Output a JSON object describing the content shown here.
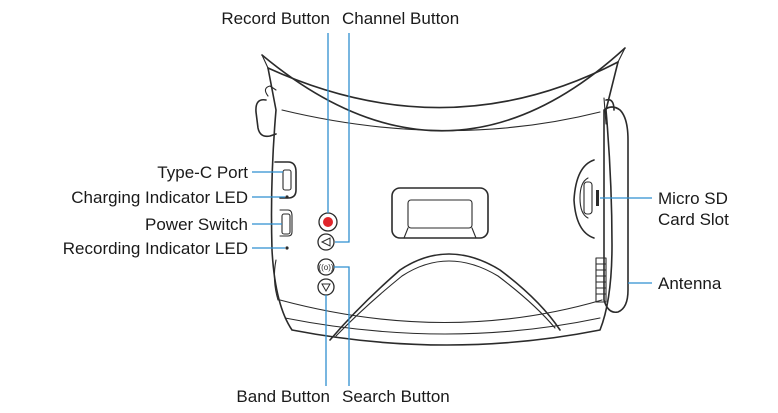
{
  "labels": {
    "record_button": "Record Button",
    "channel_button": "Channel Button",
    "type_c_port": "Type-C Port",
    "charging_led": "Charging Indicator LED",
    "power_switch": "Power Switch",
    "recording_led": "Recording Indicator LED",
    "micro_sd_line1": "Micro SD",
    "micro_sd_line2": "Card Slot",
    "antenna": "Antenna",
    "band_button": "Band Button",
    "search_button": "Search Button"
  },
  "colors": {
    "leader": "#2f8fd0",
    "record_dot": "#e0252b",
    "outline": "#2b2b2b"
  },
  "icons": {
    "record": "record-dot-icon",
    "channel": "left-triangle-icon",
    "search": "search-waves-icon",
    "band": "down-triangle-icon"
  }
}
